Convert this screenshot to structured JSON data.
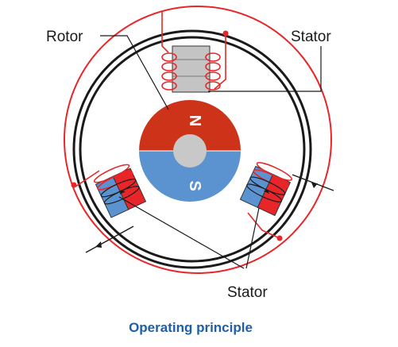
{
  "labels": {
    "rotor": "Rotor",
    "stator_top": "Stator",
    "stator_bottom": "Stator",
    "pole_north": "N",
    "pole_south": "S",
    "caption": "Operating principle"
  },
  "colors": {
    "wire": "#e8262a",
    "north": "#cc3318",
    "south": "#5a93cf",
    "rotor_hub": "#c8c8c8",
    "stator_ring": "#1a1a1a",
    "caption": "#1f5fa8",
    "coil_grey": "#c4c4c4"
  }
}
